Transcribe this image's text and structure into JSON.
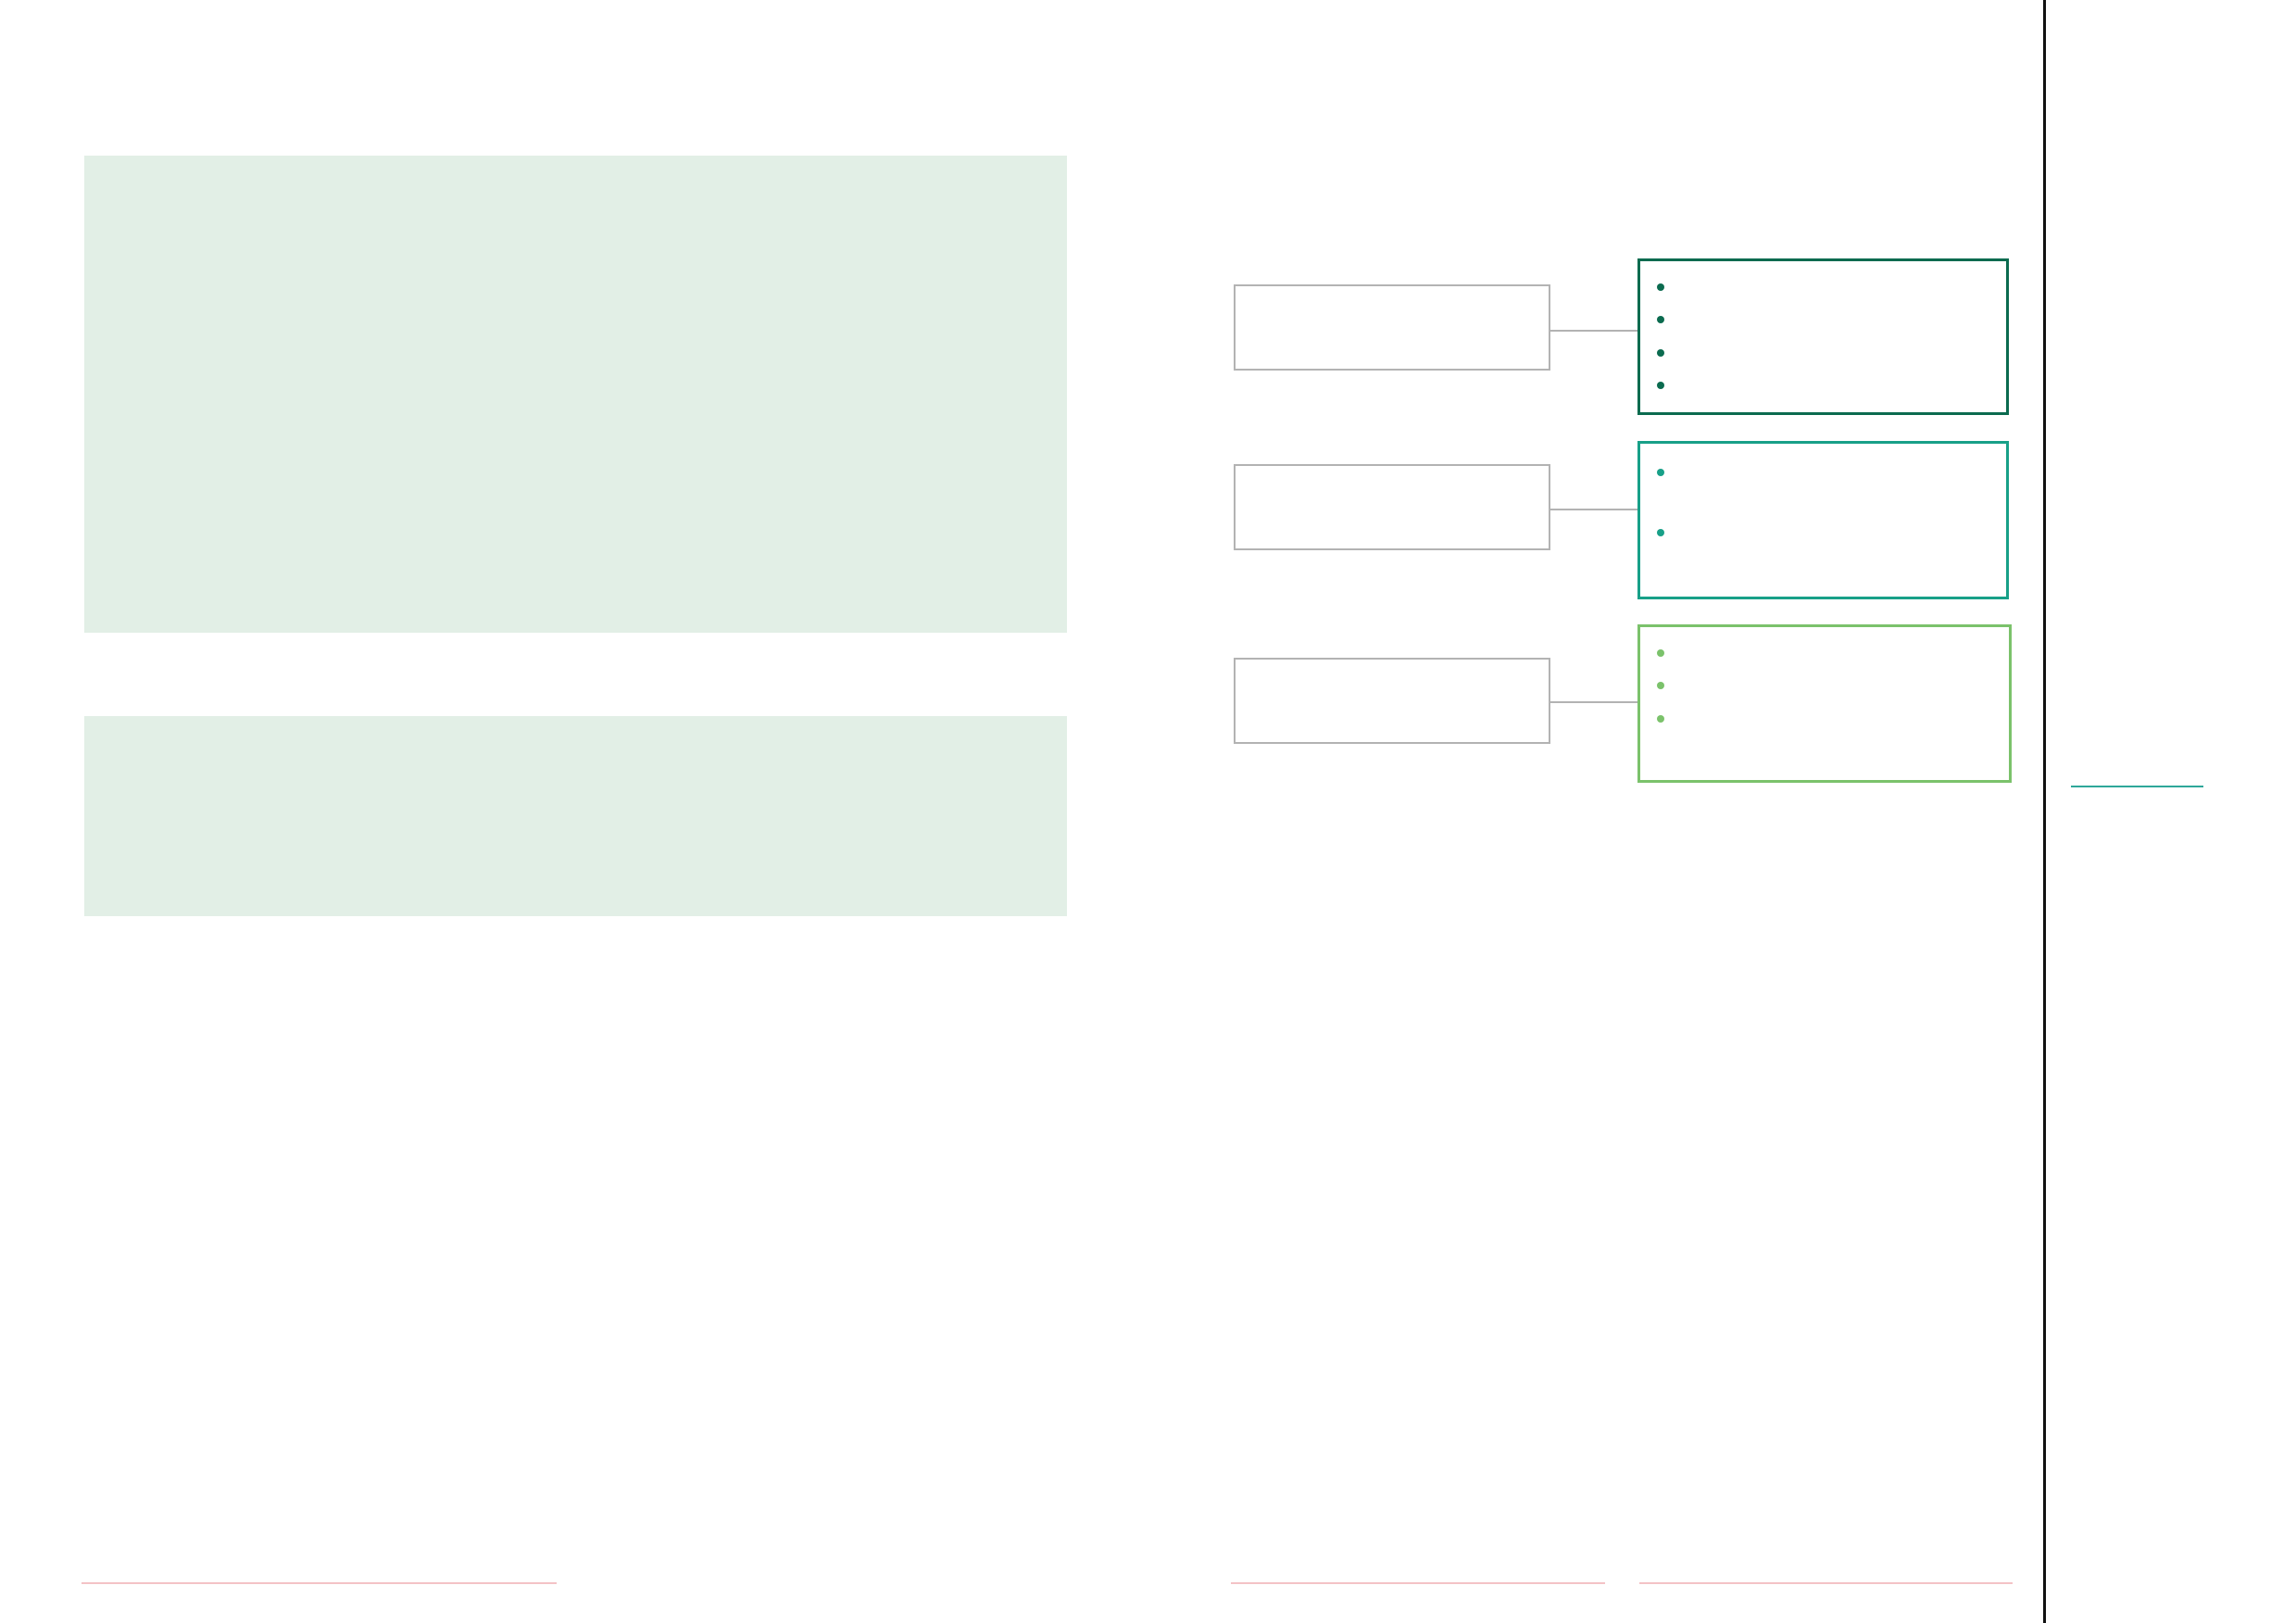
{
  "colors": {
    "panel_background": "#e2efe6",
    "neutral_box_border": "#b3b3b3",
    "box_1_accent": "#0b6b4f",
    "box_2_accent": "#18a088",
    "box_3_accent": "#7bc26b",
    "side_rule": "#2fa79a",
    "footer_rule": "#f4c3c6",
    "page_divider": "#111111"
  },
  "diagram": {
    "rows": [
      {
        "bullet_count": 4
      },
      {
        "bullet_count": 2
      },
      {
        "bullet_count": 3
      }
    ]
  }
}
